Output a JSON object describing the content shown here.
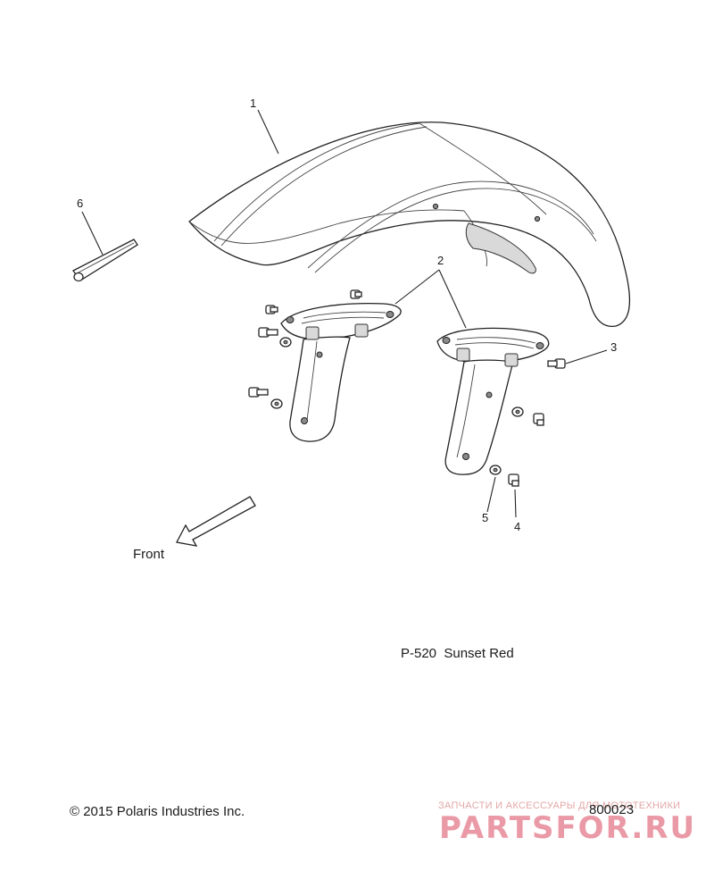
{
  "diagram": {
    "callouts": [
      {
        "id": "1",
        "text": "1"
      },
      {
        "id": "2",
        "text": "2"
      },
      {
        "id": "3",
        "text": "3"
      },
      {
        "id": "4",
        "text": "4"
      },
      {
        "id": "5",
        "text": "5"
      },
      {
        "id": "6",
        "text": "6"
      }
    ],
    "direction_label": "Front",
    "paint_code": "P-520  Sunset Red",
    "copyright": "© 2015 Polaris Industries Inc.",
    "drawing_number": "800023"
  },
  "watermark": {
    "tagline": "ЗАПЧАСТИ И АКСЕССУАРЫ ДЛЯ МОТОТЕХНИКИ",
    "brand": "PARTSFOR.RU",
    "color": "#ea9aa6"
  }
}
